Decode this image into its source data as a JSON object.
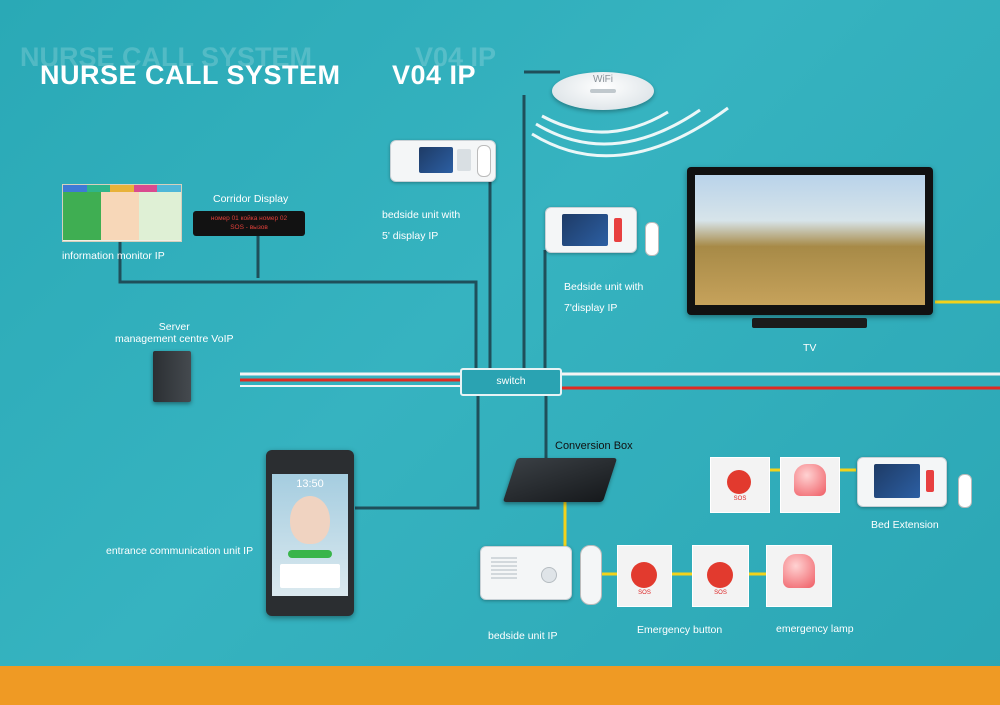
{
  "title": {
    "main": "NURSE CALL SYSTEM",
    "version": "V04 IP"
  },
  "devices": {
    "wifi": "WiFi",
    "corridor_display": "Corridor Display",
    "corridor_text_line1": "номер 01 койка номер 02",
    "corridor_text_line2": "SOS - вызов",
    "information_monitor": "information monitor IP",
    "bedside_5": "bedside unit with\n5' display IP",
    "bedside_7": "Bedside unit with\n7'display IP",
    "tv": "TV",
    "server": "Server\nmanagement centre VoIP",
    "switch": "switch",
    "conversion_box": "Conversion Box",
    "bed_extension": "Bed Extension",
    "entrance_unit": "entrance communication unit IP",
    "entrance_time": "13:50",
    "bedside_unit": "bedside unit IP",
    "emergency_button": "Emergency button",
    "emergency_lamp": "emergency lamp",
    "sos_label": "SOS"
  },
  "colors": {
    "background": "#2aa9b6",
    "wire": "#1f4f5a",
    "red_wire": "#e02a22",
    "yellow_wire": "#f2d21a",
    "bottom_band": "#ef9a24"
  }
}
